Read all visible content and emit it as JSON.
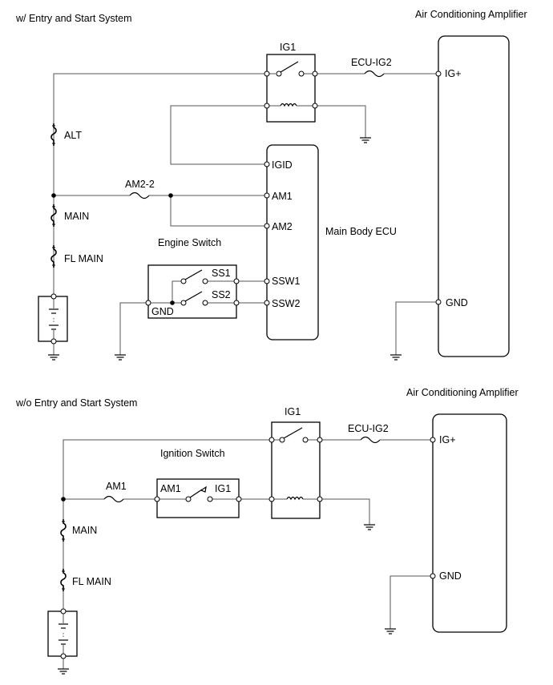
{
  "top": {
    "title": "w/ Entry and Start System",
    "ac_amp": "Air Conditioning Amplifier",
    "ig1": "IG1",
    "ecu_ig2": "ECU-IG2",
    "ig_plus": "IG+",
    "alt": "ALT",
    "am2_2": "AM2-2",
    "main": "MAIN",
    "fl_main": "FL MAIN",
    "engine_switch": "Engine Switch",
    "main_body_ecu": "Main Body ECU",
    "igid": "IGID",
    "am1": "AM1",
    "am2": "AM2",
    "ss1": "SS1",
    "ss2": "SS2",
    "ssw1": "SSW1",
    "ssw2": "SSW2",
    "gnd_switch": "GND",
    "gnd_amp": "GND"
  },
  "bottom": {
    "title": "w/o Entry and Start System",
    "ac_amp": "Air Conditioning Amplifier",
    "ig1": "IG1",
    "ecu_ig2": "ECU-IG2",
    "ig_plus": "IG+",
    "ignition_switch": "Ignition Switch",
    "am1_fuse": "AM1",
    "am1_terminal": "AM1",
    "ig1_terminal": "IG1",
    "main": "MAIN",
    "fl_main": "FL MAIN",
    "gnd_amp": "GND"
  }
}
